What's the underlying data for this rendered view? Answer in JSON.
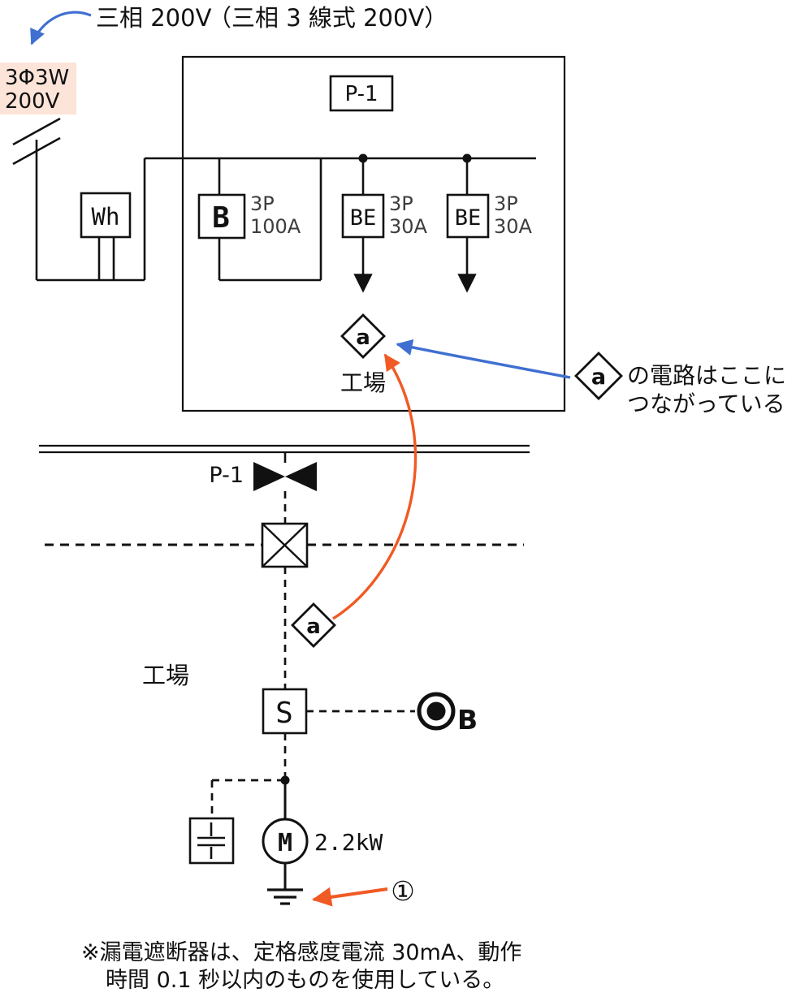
{
  "header": {
    "phase_label_red": "三相 200V",
    "phase_label_paren": "（三相 3 線式 200V）",
    "service_tag": [
      "3Φ3W",
      "200V"
    ]
  },
  "panel": {
    "name": "P-1",
    "area_label": "工場",
    "meter": {
      "label": "Wh"
    },
    "main_breaker": {
      "label": "B",
      "poles": "3P",
      "rating": "100A"
    },
    "leakage_breakers": [
      {
        "label": "BE",
        "poles": "3P",
        "rating": "30A"
      },
      {
        "label": "BE",
        "poles": "3P",
        "rating": "30A"
      }
    ],
    "circuit_tag": "a"
  },
  "annotation": {
    "circuit_tag": "a",
    "line1": "の電路はここに",
    "line2": "つながっている"
  },
  "floor": {
    "panel_name": "P-1",
    "area_label": "工場",
    "circuit_tag": "a",
    "switch_label": "S",
    "pushbutton_label": "B",
    "motor_label": "M",
    "motor_rating": "2.2kW",
    "ground_ref": "①"
  },
  "footnote": {
    "line1": "※漏電遮断器は、定格感度電流 30mA、動作",
    "line2": "時間 0.1 秒以内のものを使用している。"
  },
  "colors": {
    "accent_red": "#e8380d",
    "arrow_orange": "#f15a24",
    "arrow_blue": "#3f6fd1",
    "tag_bg": "#fce4d8",
    "ink": "#111111"
  }
}
